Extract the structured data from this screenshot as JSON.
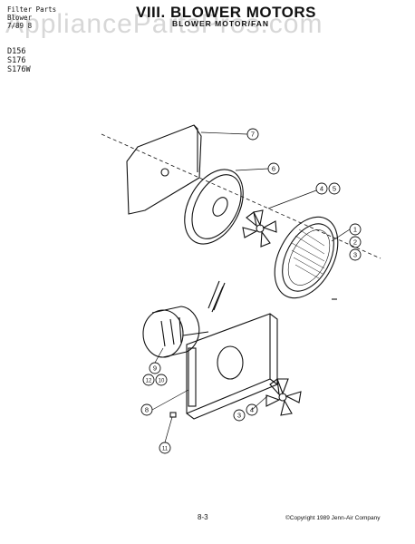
{
  "header": {
    "left_line1": "Filter Parts",
    "left_line2": "Blower",
    "left_line3": "7/89 8",
    "title": "VIII. BLOWER MOTORS",
    "subtitle": "BLOWER MOTOR/FAN"
  },
  "models": [
    "D156",
    "S176",
    "S176W"
  ],
  "watermark": "AppliancePartsPros.com",
  "callouts": [
    {
      "label": "7"
    },
    {
      "label": "6"
    },
    {
      "label": "4"
    },
    {
      "label": "5"
    },
    {
      "label": "1"
    },
    {
      "label": "2"
    },
    {
      "label": "3"
    },
    {
      "label": "9"
    },
    {
      "label": "12"
    },
    {
      "label": "10"
    },
    {
      "label": "8"
    },
    {
      "label": "3"
    },
    {
      "label": "4"
    },
    {
      "label": "11"
    }
  ],
  "footer": {
    "page": "8-3",
    "copyright": "©Copyright 1989 Jenn-Air Company"
  }
}
